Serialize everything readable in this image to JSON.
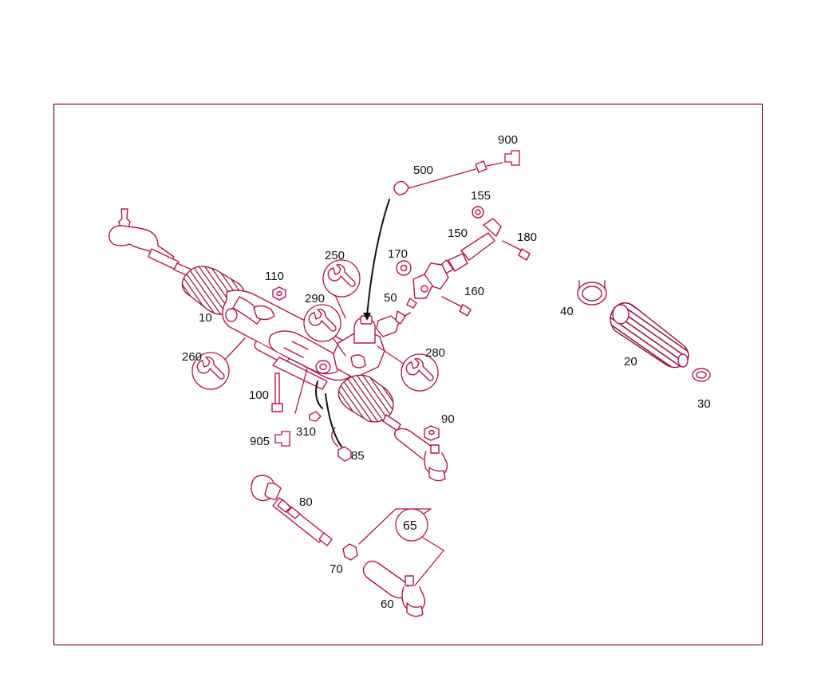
{
  "frame_color": "#7a1030",
  "accent_color": "#b0174a",
  "callouts": [
    {
      "id": "c10",
      "text": "10"
    },
    {
      "id": "c20",
      "text": "20"
    },
    {
      "id": "c30",
      "text": "30"
    },
    {
      "id": "c40",
      "text": "40"
    },
    {
      "id": "c50",
      "text": "50"
    },
    {
      "id": "c60",
      "text": "60"
    },
    {
      "id": "c65",
      "text": "65"
    },
    {
      "id": "c70",
      "text": "70"
    },
    {
      "id": "c80",
      "text": "80"
    },
    {
      "id": "c85",
      "text": "85"
    },
    {
      "id": "c90",
      "text": "90"
    },
    {
      "id": "c100",
      "text": "100"
    },
    {
      "id": "c110",
      "text": "110"
    },
    {
      "id": "c150",
      "text": "150"
    },
    {
      "id": "c155",
      "text": "155"
    },
    {
      "id": "c160",
      "text": "160"
    },
    {
      "id": "c170",
      "text": "170"
    },
    {
      "id": "c180",
      "text": "180"
    },
    {
      "id": "c250",
      "text": "250"
    },
    {
      "id": "c260",
      "text": "260"
    },
    {
      "id": "c280",
      "text": "280"
    },
    {
      "id": "c290",
      "text": "290"
    },
    {
      "id": "c310",
      "text": "310"
    },
    {
      "id": "c500",
      "text": "500"
    },
    {
      "id": "c900",
      "text": "900"
    },
    {
      "id": "c905",
      "text": "905"
    }
  ],
  "icons": {
    "wrench": "wrench-torque-icon",
    "marker": "marker-symbol-icon"
  }
}
